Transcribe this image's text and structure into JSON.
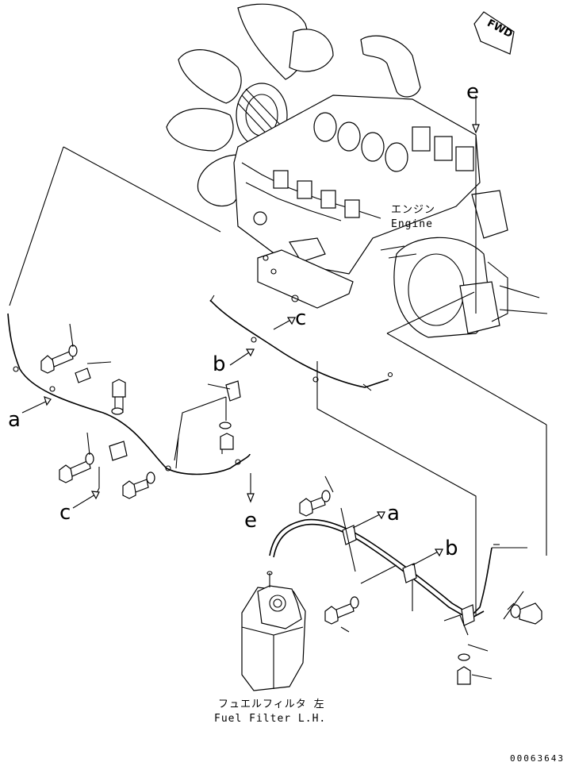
{
  "orientation": {
    "fwd_label": "FWD"
  },
  "components": {
    "engine_jp": "エンジン",
    "engine_en": "Engine",
    "fuel_filter_jp": "フュエルフィルタ 左",
    "fuel_filter_en": "Fuel Filter L.H."
  },
  "callouts": {
    "a_left": "a",
    "a_right": "a",
    "b_center": "b",
    "b_right": "b",
    "c_top": "c",
    "c_left": "c",
    "e_top": "e",
    "e_bottom": "e"
  },
  "document": {
    "part_number": "00063643"
  }
}
